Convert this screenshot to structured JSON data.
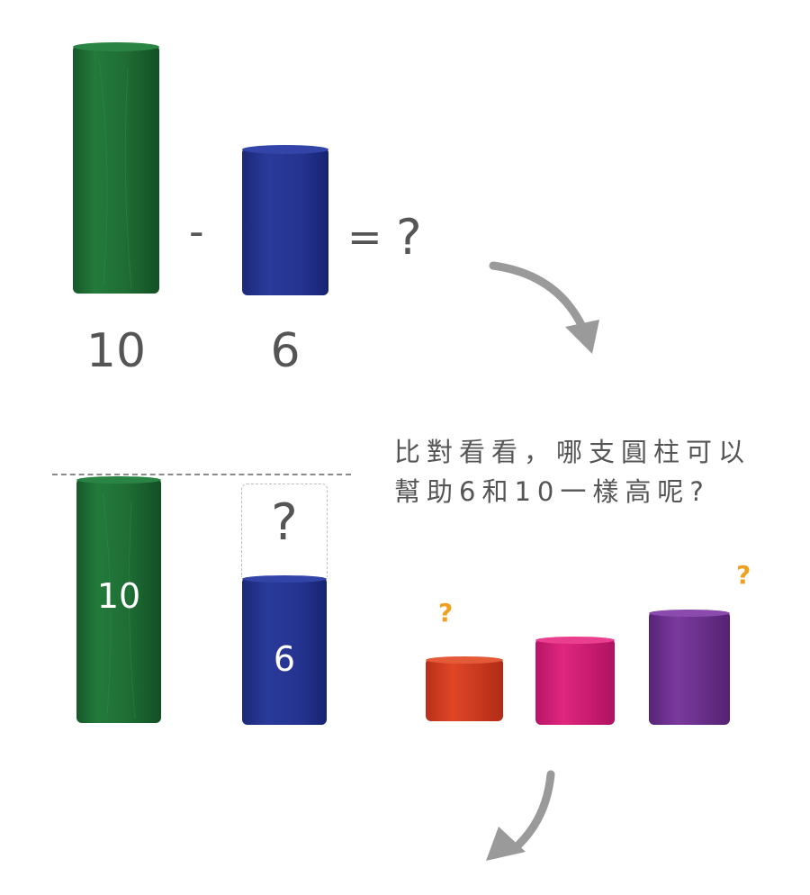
{
  "top_equation": {
    "minus": "-",
    "equals": "=",
    "question": "?",
    "label_left": "10",
    "label_right": "6"
  },
  "compare": {
    "rod_left_label": "10",
    "rod_right_label": "6",
    "missing_question": "?"
  },
  "caption": {
    "line1": "比對看看，哪支圓柱可以",
    "line2": "幫助6和10一樣高呢?"
  },
  "candidates": {
    "question_marks": [
      "?",
      "?"
    ]
  },
  "colors": {
    "green": "#1f6e35",
    "blue": "#24338f",
    "red": "#d23a1f",
    "pink": "#d41e78",
    "purple": "#6b2f8f",
    "arrow": "#9a9a9a",
    "question_orange": "#f0a020",
    "text": "#555555"
  },
  "icons": [
    "curved-arrow-icon",
    "curved-arrow-icon"
  ]
}
